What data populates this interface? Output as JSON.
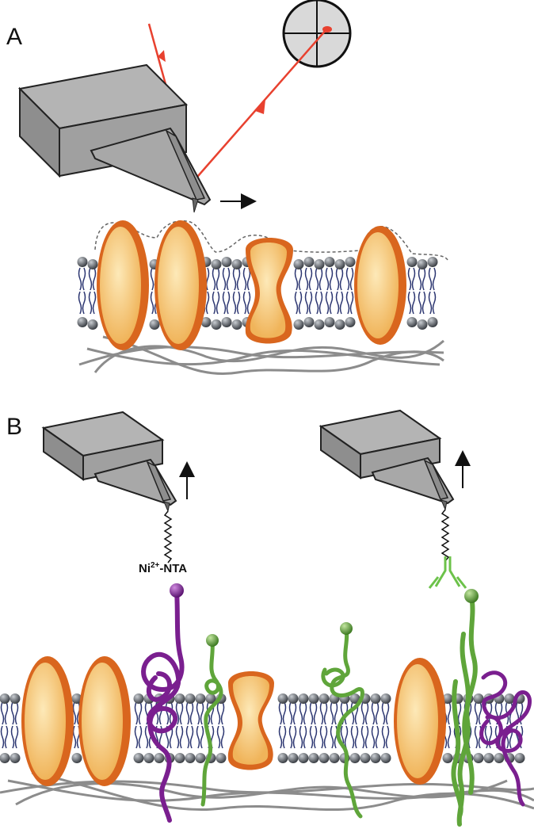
{
  "panels": [
    {
      "letter": "A"
    },
    {
      "letter": "B"
    }
  ],
  "labels": {
    "ni_nta_prefix": "Ni",
    "ni_nta_superscript": "2+",
    "ni_nta_suffix": "-NTA"
  },
  "colors": {
    "laser": "#e8412f",
    "cantilever_fill": "#9a9a9a",
    "cantilever_stroke": "#222222",
    "protein_outer": "#d9661e",
    "protein_inner": "#f3c77a",
    "lipid_head": "#555a60",
    "lipid_tail": "#2b3570",
    "cytoskeleton": "#8c8c8c",
    "purple_receptor": "#7a1f8f",
    "green_receptor": "#5fa53a"
  },
  "icons": [
    "cantilever-icon",
    "laser-beam-icon",
    "photodetector-icon",
    "lipid-bilayer-icon",
    "membrane-protein-icon",
    "receptor-chain-icon",
    "antibody-icon",
    "linker-icon",
    "arrow-right-icon",
    "arrow-up-icon"
  ]
}
